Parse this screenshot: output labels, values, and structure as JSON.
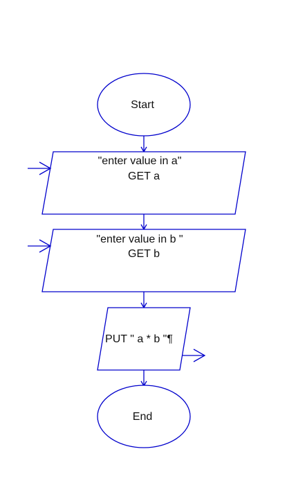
{
  "diagram": {
    "stroke_color": "#0000cc",
    "text_color": "#111111",
    "nodes": {
      "start": {
        "label": "Start"
      },
      "input_a": {
        "line1": "\"enter value in a\"",
        "line2": "GET a"
      },
      "input_b": {
        "line1": "\"enter value in b \"",
        "line2": "GET b"
      },
      "output": {
        "label": "PUT \" a * b \"¶"
      },
      "end": {
        "label": "End"
      }
    }
  }
}
